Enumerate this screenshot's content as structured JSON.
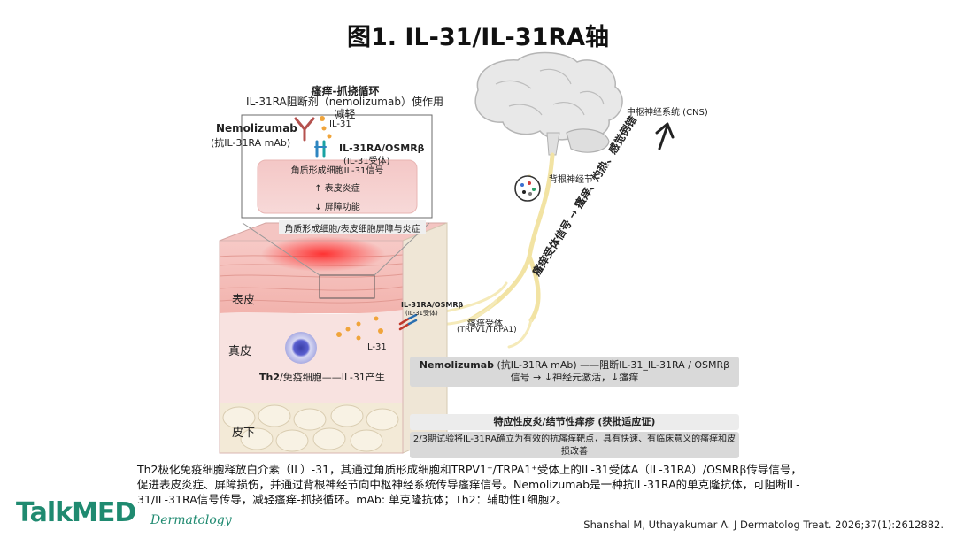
{
  "title": "图1. IL-31/IL-31RA轴",
  "cns_label": "中枢神经系统 (CNS)",
  "dorsal_ganglion": "背根神经节",
  "arrow_signal": "瘙痒受体信号 → 瘙痒、灼热、感觉倒错",
  "loop": {
    "title": "瘙痒-抓挠循环",
    "subtitle": "IL-31RA阻断剂（nemolizumab）使作用减轻",
    "il31": "IL-31",
    "drug_name": "Nemolizumab",
    "drug_desc": "(抗IL-31RA mAb)",
    "receptor_name": "IL-31RA/OSMRβ",
    "receptor_desc": "(IL-31受体)",
    "keratinocyte_signal": "角质形成细胞IL-31信号",
    "effect_up": "↑ 表皮炎症",
    "effect_down": "↓ 屏障功能",
    "barrier_caption": "角质形成细胞/表皮细胞屏障与炎症"
  },
  "skin": {
    "epidermis": "表皮",
    "dermis": "真皮",
    "subcutis": "皮下",
    "th2_bold": "Th2",
    "th2_rest": "/免疫细胞——IL-31产生",
    "il31": "IL-31",
    "receptor_label": "IL-31RA/OSMRβ",
    "receptor_sub": "(IL-31受体)",
    "itch_receptor": "瘙痒受体",
    "itch_receptor_sub": "(TRPV1/TRPA1)"
  },
  "box_nemo": {
    "bold": "Nemolizumab",
    "line1": " (抗IL-31RA mAb) ——阻断IL-31_IL-31RA / OSMRβ",
    "line2": "信号 → ↓神经元激活，↓瘙痒"
  },
  "box_indication": {
    "header": "特应性皮炎/结节性痒疹 (获批适应证)",
    "body": "2/3期试验将IL-31RA确立为有效的抗瘙痒靶点，具有快速、有临床意义的瘙痒和皮损改善"
  },
  "caption": "Th2极化免疫细胞释放白介素（IL）-31，其通过角质形成细胞和TRPV1⁺/TRPA1⁺受体上的IL-31受体A（IL-31RA）/OSMRβ传导信号，促进表皮炎症、屏障损伤，并通过背根神经节向中枢神经系统传导瘙痒信号。Nemolizumab是一种抗IL-31RA的单克隆抗体，可阻断IL-31/IL-31RA信号传导，减轻瘙痒-抓挠循环。mAb: 单克隆抗体；Th2：辅助性T细胞2。",
  "citation": "Shanshal M, Uthayakumar A. J Dermatolog Treat. 2026;37(1):2612882.",
  "logo_main": "TalkMED",
  "logo_sub": "Dermatology"
}
